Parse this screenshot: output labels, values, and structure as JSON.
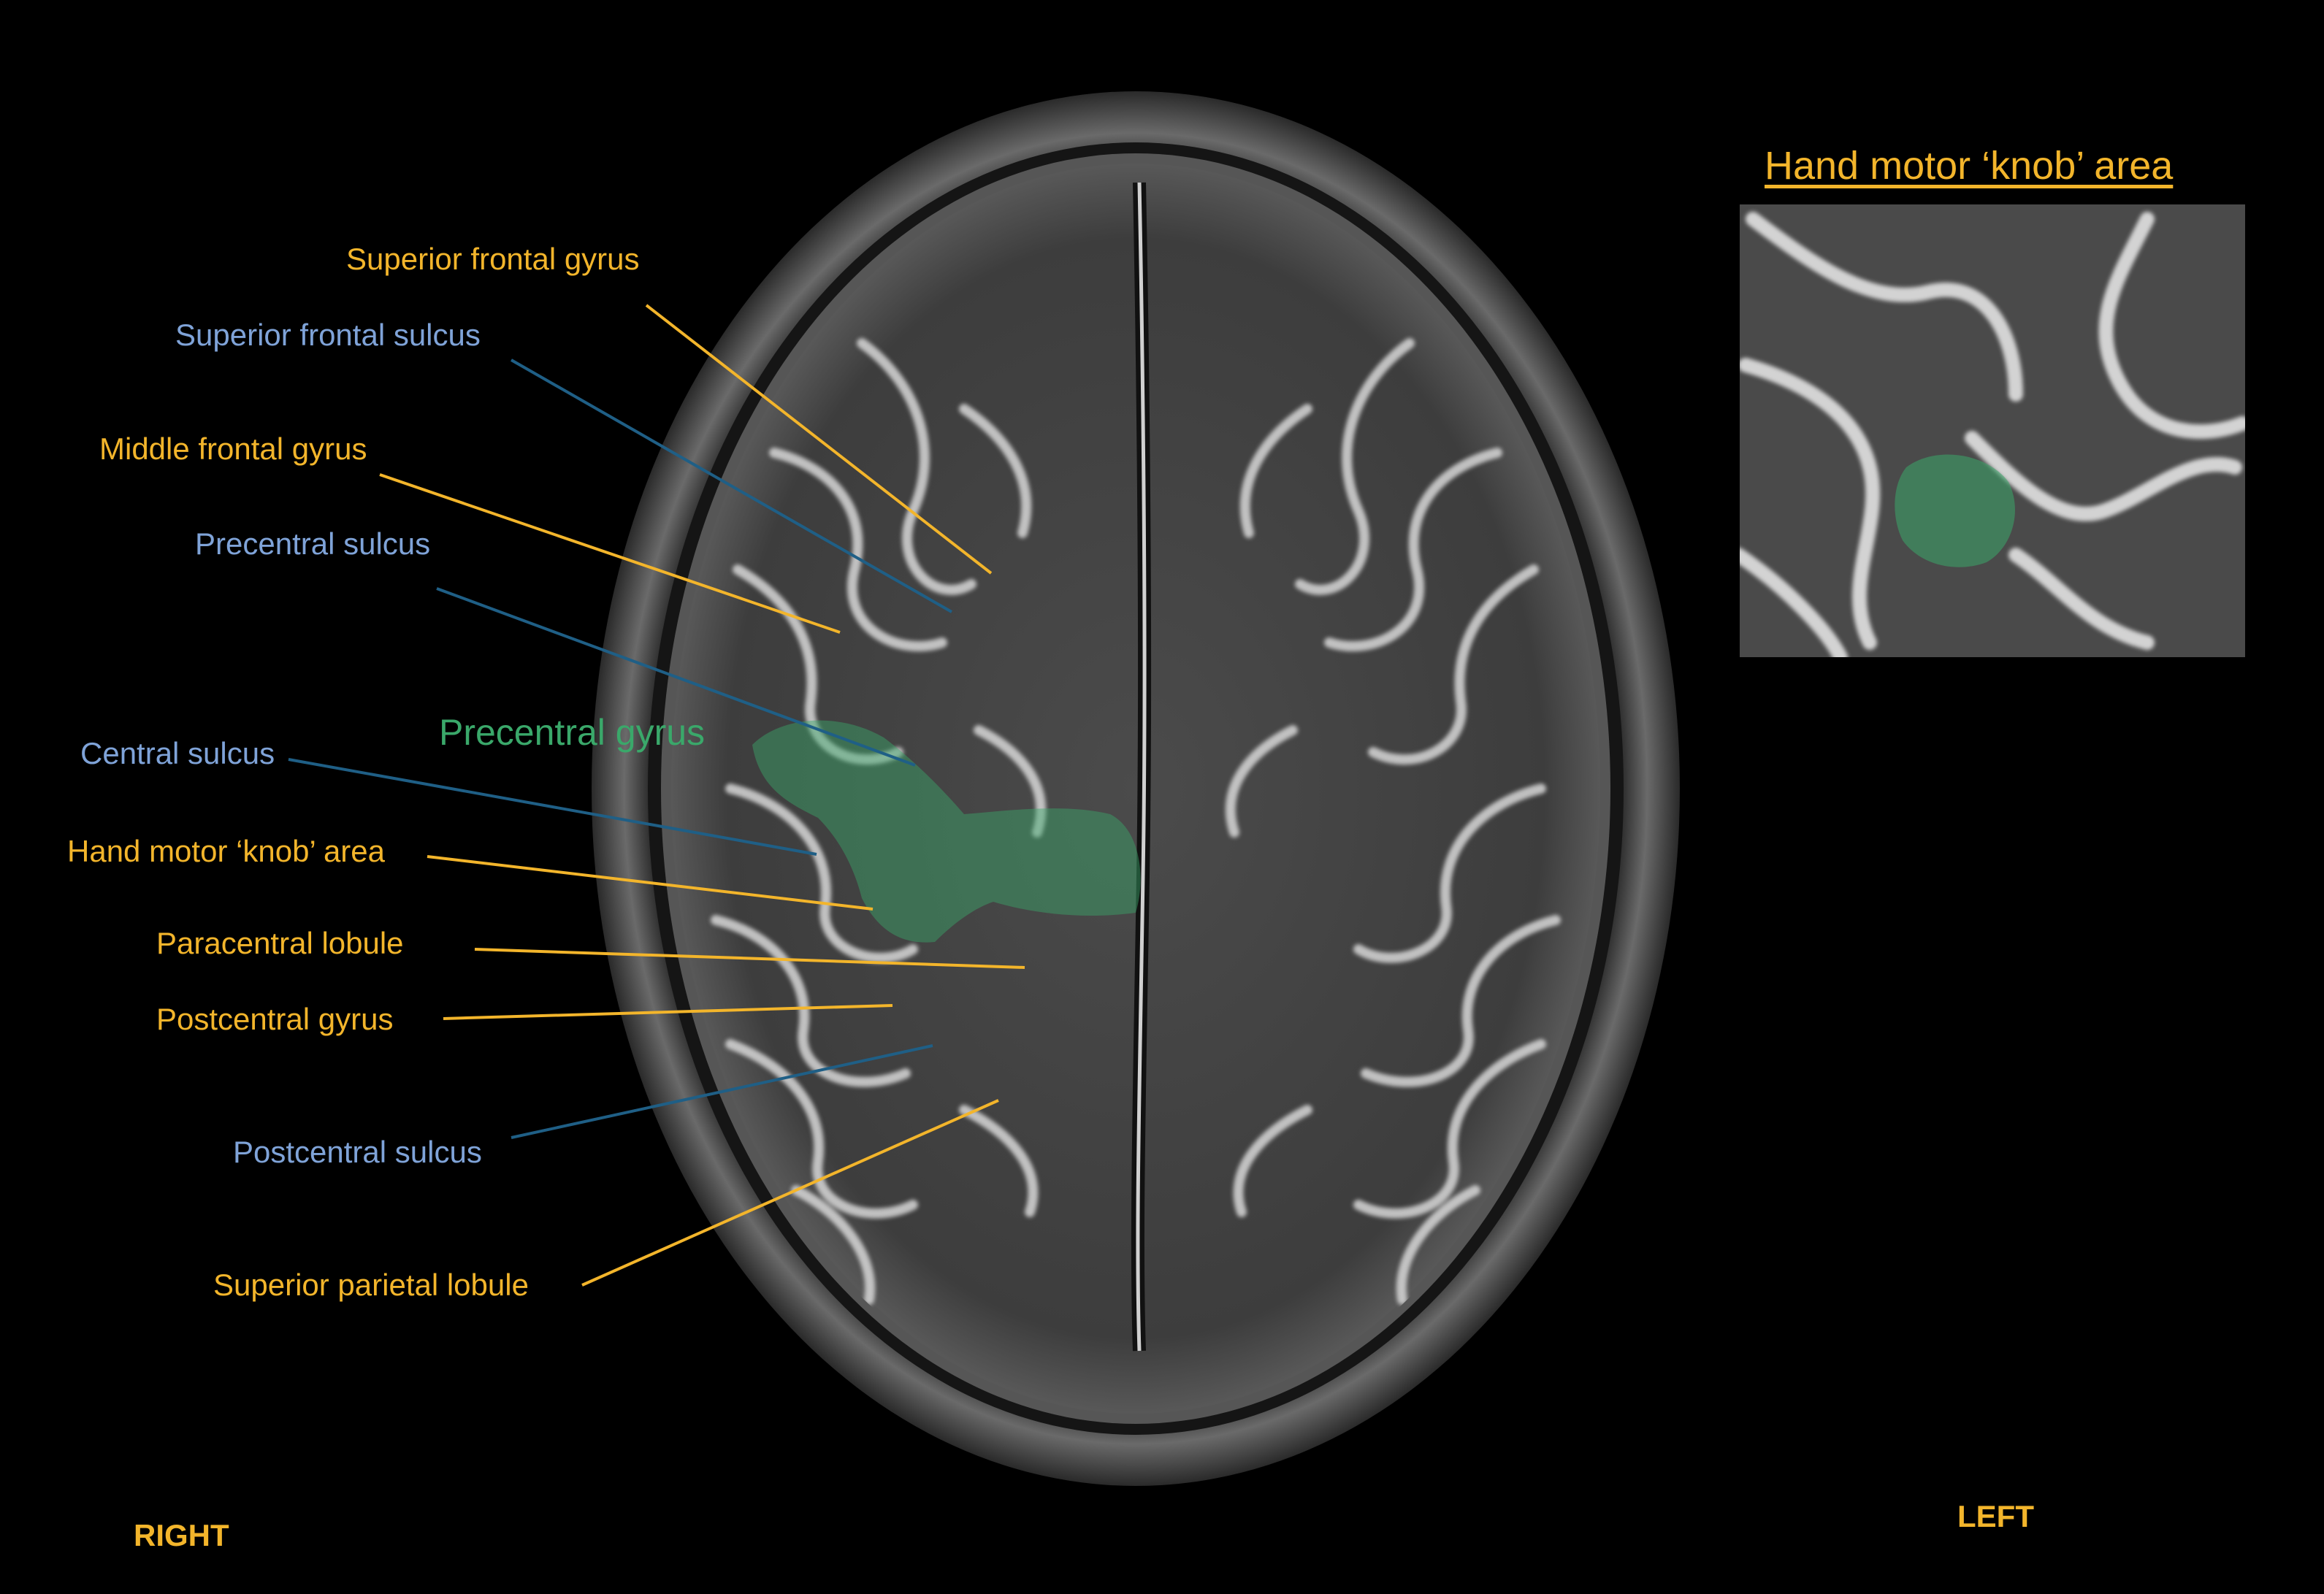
{
  "labels": {
    "superior_frontal_gyrus": "Superior frontal gyrus",
    "superior_frontal_sulcus": "Superior frontal sulcus",
    "middle_frontal_gyrus": "Middle frontal gyrus",
    "precentral_sulcus": "Precentral sulcus",
    "precentral_gyrus": "Precentral gyrus",
    "central_sulcus": "Central sulcus",
    "hand_motor_knob_area": "Hand motor ‘knob’ area",
    "paracentral_lobule": "Paracentral lobule",
    "postcentral_gyrus": "Postcentral gyrus",
    "postcentral_sulcus": "Postcentral sulcus",
    "superior_parietal_lobule": "Superior parietal lobule"
  },
  "inset": {
    "title": "Hand motor ‘knob’ area"
  },
  "orientation": {
    "right": "RIGHT",
    "left": "LEFT"
  },
  "colors": {
    "gyrus_label": "#f3b52b",
    "sulcus_label": "#7fa3d8",
    "sulcus_line": "#1f5f86",
    "region_label": "#3aa86a",
    "highlight_fill": "#3aa86a",
    "background": "#000000"
  }
}
